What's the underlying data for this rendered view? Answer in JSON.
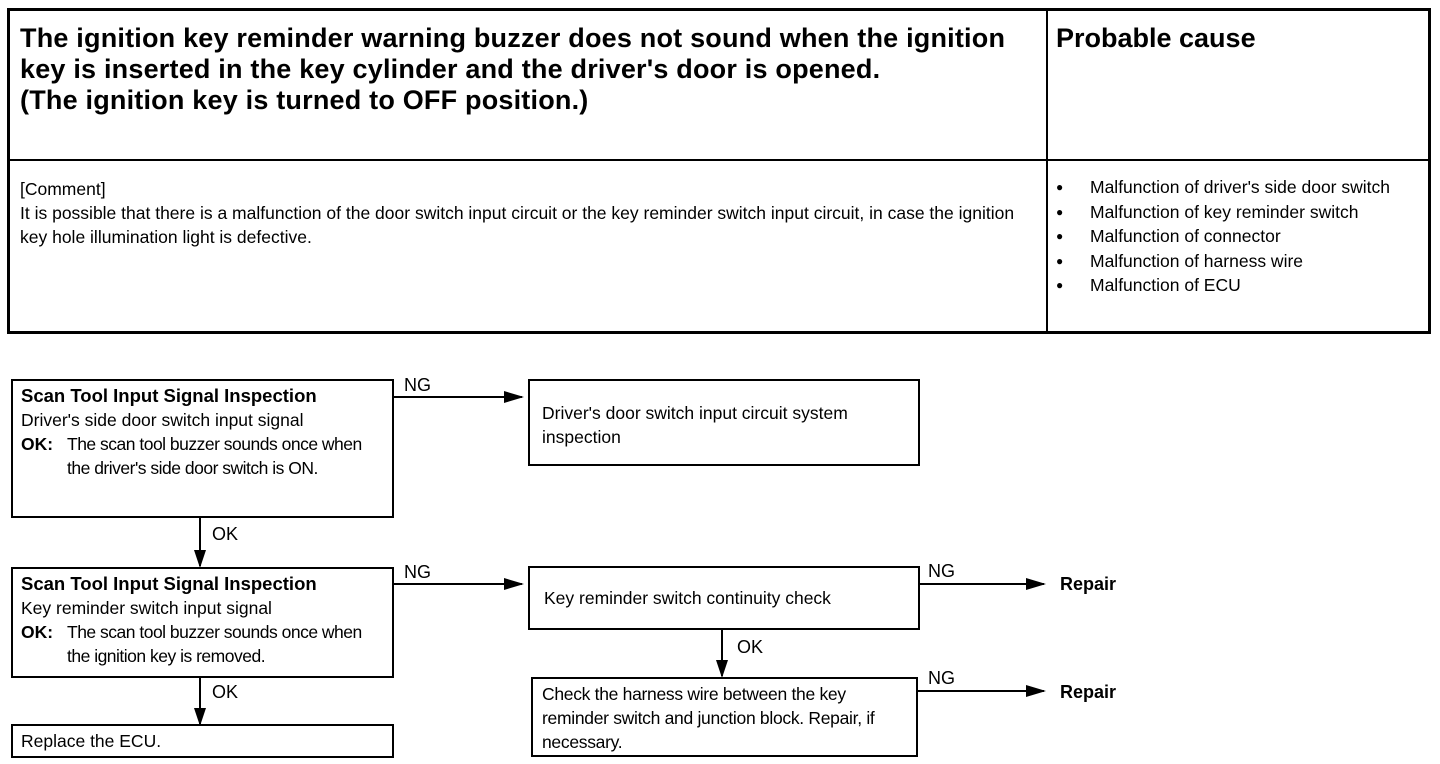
{
  "table": {
    "symptom": "The ignition key reminder warning buzzer does not sound when the ignition key is inserted in the key cylinder and the driver's door is opened.\n(The ignition key is turned to OFF position.)",
    "cause_header": "Probable cause",
    "comment_label": "[Comment]",
    "comment_text": "It is possible that there is a malfunction of the door switch input circuit or the key reminder switch input circuit, in case the ignition key hole illumination light is defective.",
    "causes": [
      "Malfunction of  driver's side door switch",
      "Malfunction of key reminder switch",
      "Malfunction of  connector",
      "Malfunction of  harness wire",
      "Malfunction of  ECU"
    ]
  },
  "flow": {
    "box1": {
      "title": "Scan Tool Input Signal Inspection",
      "subtitle": "Driver's side door switch input signal",
      "ok_key": "OK:",
      "ok_text": "The scan tool buzzer sounds once when the driver's side door switch is ON."
    },
    "box2": {
      "text": "Driver's door switch input circuit system inspection"
    },
    "box3": {
      "title": "Scan Tool Input Signal Inspection",
      "subtitle": "Key reminder switch input signal",
      "ok_key": "OK:",
      "ok_text": "The scan tool buzzer sounds once when the ignition key is removed."
    },
    "box4": {
      "text": "Key reminder switch continuity check"
    },
    "box5": {
      "text": "Check the harness wire between the key reminder switch and junction block. Repair, if necessary."
    },
    "box6": {
      "text": "Replace the ECU."
    },
    "ng": "NG",
    "ok": "OK",
    "repair": "Repair"
  }
}
